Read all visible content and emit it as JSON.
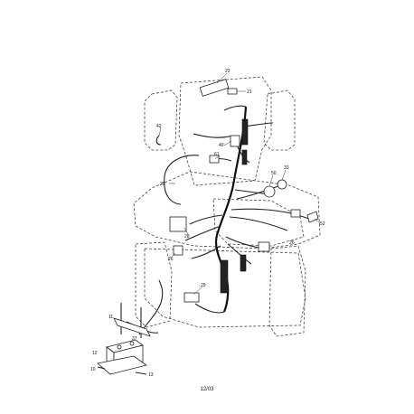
{
  "callouts": [
    {
      "id": "c22",
      "text": "22"
    },
    {
      "id": "c21",
      "text": "21"
    },
    {
      "id": "c42",
      "text": "42"
    },
    {
      "id": "c40",
      "text": "40"
    },
    {
      "id": "c61",
      "text": "61"
    },
    {
      "id": "c33",
      "text": "33"
    },
    {
      "id": "c50",
      "text": "50"
    },
    {
      "id": "c25",
      "text": "25"
    },
    {
      "id": "c52",
      "text": "52"
    },
    {
      "id": "c28",
      "text": "28"
    },
    {
      "id": "c26",
      "text": "26"
    },
    {
      "id": "c26b",
      "text": "26"
    },
    {
      "id": "c29",
      "text": "29"
    },
    {
      "id": "c11",
      "text": "11"
    },
    {
      "id": "c12",
      "text": "12"
    },
    {
      "id": "c37",
      "text": "37"
    },
    {
      "id": "c10",
      "text": "10"
    },
    {
      "id": "c13",
      "text": "13"
    }
  ],
  "footer": {
    "code": "12/03"
  }
}
